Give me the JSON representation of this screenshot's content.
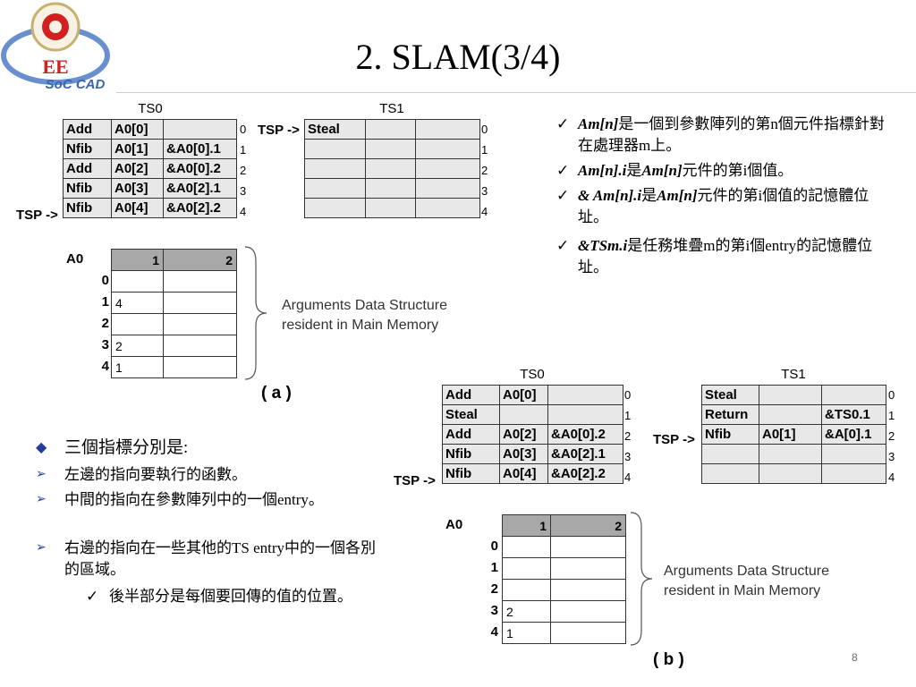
{
  "title": "2. SLAM(3/4)",
  "logo": {
    "text_top": "EE",
    "text_bottom": "SoC CAD"
  },
  "ts0_label": "TS0",
  "ts1_label": "TS1",
  "tsp_label": "TSP ->",
  "tsp_label_b": "TSP ->",
  "diagram_a": {
    "ts0_rows": [
      [
        "Add",
        "A0[0]",
        ""
      ],
      [
        "Nfib",
        "A0[1]",
        "&A0[0].1"
      ],
      [
        "Add",
        "A0[2]",
        "&A0[0].2"
      ],
      [
        "Nfib",
        "A0[3]",
        "&A0[2].1"
      ],
      [
        "Nfib",
        "A0[4]",
        "&A0[2].2"
      ]
    ],
    "ts1_rows": [
      [
        "Steal",
        "",
        ""
      ],
      [
        "",
        "",
        ""
      ],
      [
        "",
        "",
        ""
      ],
      [
        "",
        "",
        ""
      ],
      [
        "",
        "",
        ""
      ]
    ],
    "indices": [
      "0",
      "1",
      "2",
      "3",
      "4"
    ],
    "array_name": "A0",
    "array_header": [
      "1",
      "2"
    ],
    "array_rows": [
      [
        "",
        ""
      ],
      [
        "4",
        ""
      ],
      [
        "",
        ""
      ],
      [
        "2",
        ""
      ],
      [
        "1",
        ""
      ]
    ],
    "row_indices": [
      "0",
      "1",
      "2",
      "3",
      "4"
    ],
    "note_line1": "Arguments Data Structure",
    "note_line2": "resident in Main Memory",
    "caption": "( a )"
  },
  "diagram_b": {
    "ts0_rows": [
      [
        "Add",
        "A0[0]",
        ""
      ],
      [
        "Steal",
        "",
        ""
      ],
      [
        "Add",
        "A0[2]",
        "&A0[0].2"
      ],
      [
        "Nfib",
        "A0[3]",
        "&A0[2].1"
      ],
      [
        "Nfib",
        "A0[4]",
        "&A0[2].2"
      ]
    ],
    "ts1_rows": [
      [
        "Steal",
        "",
        ""
      ],
      [
        "Return",
        "",
        "&TS0.1"
      ],
      [
        "Nfib",
        "A0[1]",
        "&A[0].1"
      ],
      [
        "",
        "",
        ""
      ],
      [
        "",
        "",
        ""
      ]
    ],
    "indices": [
      "0",
      "1",
      "2",
      "3",
      "4"
    ],
    "array_name": "A0",
    "array_header": [
      "1",
      "2"
    ],
    "array_rows": [
      [
        "",
        ""
      ],
      [
        "",
        ""
      ],
      [
        "",
        ""
      ],
      [
        "2",
        ""
      ],
      [
        "1",
        ""
      ]
    ],
    "row_indices": [
      "0",
      "1",
      "2",
      "3",
      "4"
    ],
    "note_line1": "Arguments Data Structure",
    "note_line2": "resident in Main Memory",
    "caption": "( b )"
  },
  "right_notes": [
    {
      "bold": "Am[n]",
      "text": "是一個到參數陣列的第n個元件指標針對在處理器m上。"
    },
    {
      "bold": "Am[n].i",
      "mid": "是",
      "bold2": "Am[n]",
      "text": "元件的第i個值。"
    },
    {
      "bold": "& Am[n].i",
      "mid": "是",
      "bold2": "Am[n]",
      "text": "元件的第i個值的記憶體位址。"
    },
    {
      "bold": "&TSm.i",
      "text": "是任務堆疊m的第i個entry的記憶體位址。"
    }
  ],
  "left_notes": {
    "heading": "三個指標分別是:",
    "items": [
      "左邊的指向要執行的函數。",
      "中間的指向在參數陣列中的一個entry。",
      "右邊的指向在一些其他的TS entry中的一個各別的區域。"
    ],
    "subitem": "後半部分是每個要回傳的值的位置。"
  },
  "page_number": "8",
  "colors": {
    "stack_fill": "#e8e8e8",
    "header_fill": "#a8a8a8",
    "bullet_blue": "#1f3d99",
    "logo_blue": "#3a64b0",
    "logo_red": "#d22020"
  }
}
